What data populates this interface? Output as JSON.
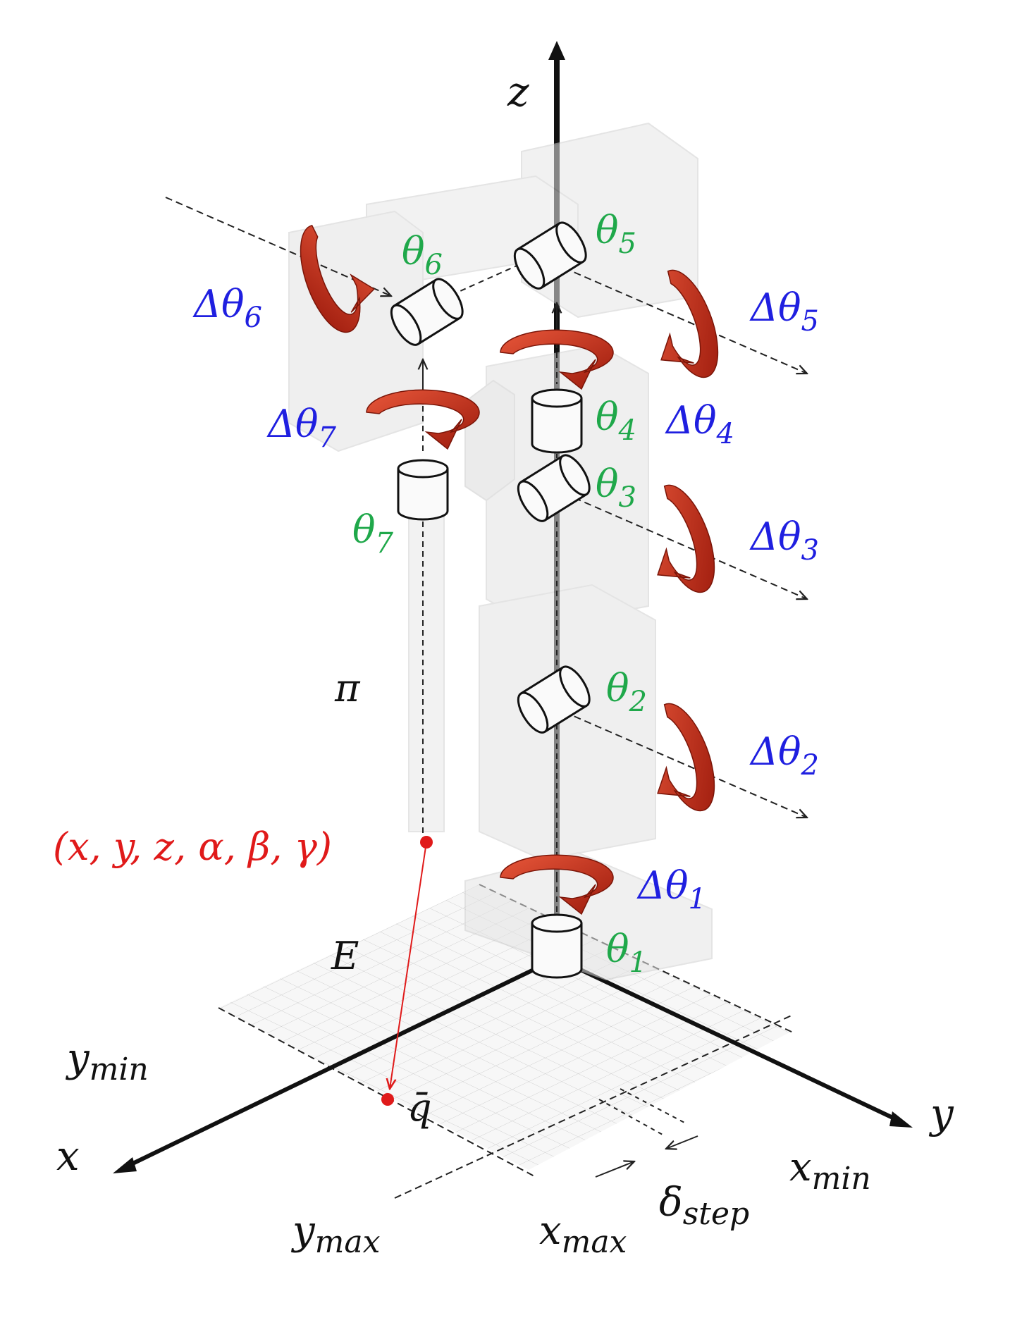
{
  "colors": {
    "angle_label": "#1fa84a",
    "delta_label": "#1f1fe0",
    "end_effector": "#e01a1a",
    "rotation_arrow": "#c22a12",
    "robot_body": "#e4e4e4",
    "axis": "#111111"
  },
  "axes": {
    "z": "z",
    "x": "x",
    "y": "y"
  },
  "joints": {
    "theta1": {
      "sym": "θ",
      "sub": "1"
    },
    "theta2": {
      "sym": "θ",
      "sub": "2"
    },
    "theta3": {
      "sym": "θ",
      "sub": "3"
    },
    "theta4": {
      "sym": "θ",
      "sub": "4"
    },
    "theta5": {
      "sym": "θ",
      "sub": "5"
    },
    "theta6": {
      "sym": "θ",
      "sub": "6"
    },
    "theta7": {
      "sym": "θ",
      "sub": "7"
    }
  },
  "deltas": {
    "d1": {
      "sym": "Δθ",
      "sub": "1"
    },
    "d2": {
      "sym": "Δθ",
      "sub": "2"
    },
    "d3": {
      "sym": "Δθ",
      "sub": "3"
    },
    "d4": {
      "sym": "Δθ",
      "sub": "4"
    },
    "d5": {
      "sym": "Δθ",
      "sub": "5"
    },
    "d6": {
      "sym": "Δθ",
      "sub": "6"
    },
    "d7": {
      "sym": "Δθ",
      "sub": "7"
    }
  },
  "labels": {
    "pi": "π",
    "pose": "(x, y, z, α, β, γ)",
    "error": "E",
    "target": "q̄"
  },
  "grid_bounds": {
    "y_min": {
      "base": "y",
      "sub": "min"
    },
    "y_max": {
      "base": "y",
      "sub": "max"
    },
    "x_min": {
      "base": "x",
      "sub": "min"
    },
    "x_max": {
      "base": "x",
      "sub": "max"
    },
    "step": {
      "base": "δ",
      "sub": "step"
    }
  }
}
